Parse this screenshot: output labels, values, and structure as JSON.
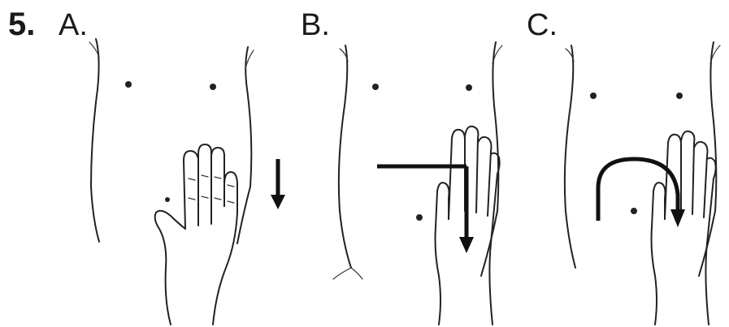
{
  "step_number": "5.",
  "panels": [
    {
      "label": "A.",
      "gesture": "downward-stroke"
    },
    {
      "label": "B.",
      "gesture": "horizontal-then-downward-stroke"
    },
    {
      "label": "C.",
      "gesture": "curved-downward-stroke"
    }
  ],
  "colors": {
    "ink": "#111111",
    "background": "#ffffff"
  }
}
